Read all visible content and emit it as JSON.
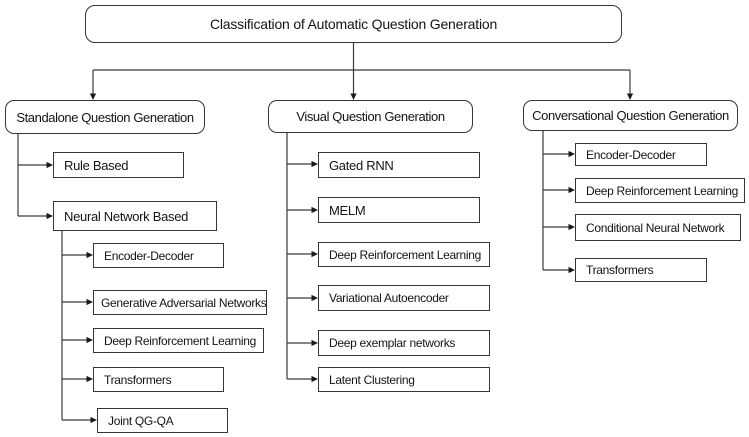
{
  "colors": {
    "background": "#ffffff",
    "box_border": "#363636",
    "connector": "#333333",
    "arrowhead": "#1a1a1a",
    "text": "#141414"
  },
  "root": {
    "label": "Classification of Automatic Question Generation"
  },
  "branches": {
    "standalone": {
      "label": "Standalone Question Generation",
      "children": [
        "Rule Based",
        "Neural Network Based"
      ],
      "neural_network_children": [
        "Encoder-Decoder",
        "Generative Adversarial Networks",
        "Deep Reinforcement Learning",
        "Transformers",
        "Joint QG-QA"
      ]
    },
    "visual": {
      "label": "Visual Question Generation",
      "children": [
        "Gated RNN",
        "MELM",
        "Deep Reinforcement Learning",
        "Variational Autoencoder",
        "Deep exemplar networks",
        "Latent Clustering"
      ]
    },
    "conversational": {
      "label": "Conversational Question Generation",
      "children": [
        "Encoder-Decoder",
        "Deep Reinforcement Learning",
        "Conditional Neural Network",
        "Transformers"
      ]
    }
  }
}
